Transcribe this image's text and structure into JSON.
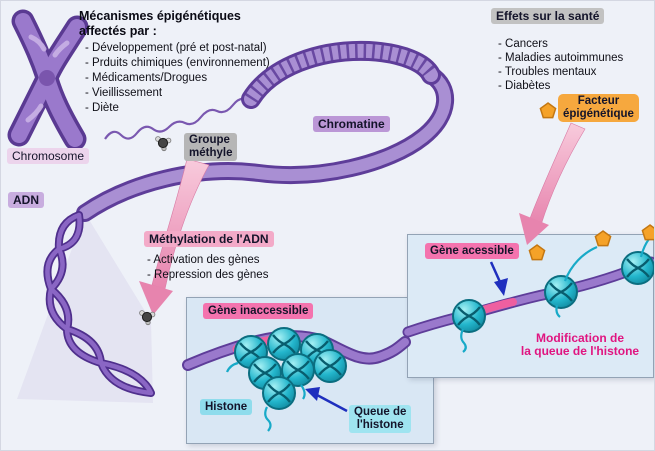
{
  "mechanisms": {
    "title": [
      "Mécanismes épigénétiques",
      "affectés par :"
    ],
    "items": [
      "- Développement (pré et post-natal)",
      "- Prduits chimiques (environnement)",
      "- Médicaments/Drogues",
      "- Vieillissement",
      "- Diète"
    ]
  },
  "health": {
    "title": "Effets sur la santé",
    "items": [
      "- Cancers",
      "- Maladies autoimmunes",
      "- Troubles mentaux",
      "- Diabètes"
    ]
  },
  "labels": {
    "chromosome": "Chromosome",
    "chromatine": "Chromatine",
    "adn": "ADN",
    "groupe_methyle": [
      "Groupe",
      "méthyle"
    ],
    "facteur": [
      "Facteur",
      "épigénétique"
    ]
  },
  "methylation": {
    "title": "Méthylation de l'ADN",
    "items": [
      "- Activation des gènes",
      "- Repression des gènes"
    ]
  },
  "inset_left": {
    "gene": "Gène inaccessible",
    "histone": "Histone",
    "queue": [
      "Queue de",
      "l'histone"
    ]
  },
  "inset_right": {
    "gene": "Gène acessible",
    "modification": [
      "Modification de",
      "la queue de l'histone"
    ]
  },
  "colors": {
    "background": "#eef1f8",
    "inset_background": "#d9e7f4",
    "strand_purple": "#9a79cc",
    "strand_outline": "#5e3d99",
    "histone_teal": "#1aa6bd",
    "gene_highlight_pink": "#ee5fa0",
    "arrow_pink": "#e889b0",
    "arrow_blue": "#1f2fbe",
    "label_pink": "#f473ae",
    "label_cyan": "#9fe4f0",
    "label_orange": "#f6a83e",
    "label_purple": "#bb97d6",
    "label_gray": "#b6b6b6",
    "modification_text": "#e01580"
  }
}
